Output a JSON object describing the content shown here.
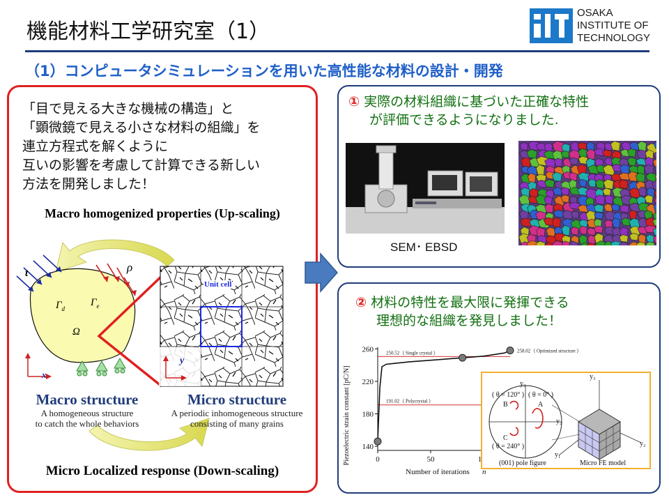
{
  "header": {
    "title": "機能材料工学研究室（1）",
    "logo": {
      "line1": "OSAKA",
      "line2": "INSTITUTE OF",
      "line3": "TECHNOLOGY"
    }
  },
  "subtitle": "（1）コンピュータシミュレーションを用いた高性能な材料の設計・開発",
  "left": {
    "intro": [
      "「目で見える大きな機械の構造」と",
      "「顕微鏡で見える小さな材料の組織」を",
      "連立方程式を解くように",
      "互いの影響を考慮して計算できる新しい",
      "方法を開発しました！"
    ],
    "macro_props": "Macro homogenized properties (Up-scaling)",
    "micro_resp": "Micro Localized response (Down-scaling)",
    "macro_title": "Macro structure",
    "macro_desc1": "A homogeneous structure",
    "macro_desc2": "to catch the whole behaviors",
    "micro_title": "Micro structure",
    "micro_desc1": "A periodic inhomogeneous structure",
    "micro_desc2": "consisting of many grains",
    "unit_cell": "Unit cell",
    "sym_t": "t",
    "sym_rho": "ρ",
    "sym_gd": "Γ",
    "sym_gd_sub": "d",
    "sym_ge": "Γ",
    "sym_ge_sub": "e",
    "sym_omega": "Ω",
    "sym_x": "x",
    "sym_y": "y"
  },
  "panel1": {
    "num": "①",
    "line1": "実際の材料組織に基づいた正確な特性",
    "line2": "が評価できるようになりました.",
    "caption": "SEM･ EBSD"
  },
  "panel2": {
    "num": "②",
    "line1": "材料の特性を最大限に発揮できる",
    "line2": "理想的な組織を発見しました！"
  },
  "chart_data": {
    "type": "line",
    "xlabel": "Number of iterations",
    "xlabel_sym": "n",
    "ylabel": "Piezoelectric strain constant   [pC/N]",
    "xlim": [
      0,
      125
    ],
    "ylim": [
      135,
      262
    ],
    "x_ticks": [
      0,
      50,
      100
    ],
    "y_ticks": [
      140,
      180,
      220,
      260
    ],
    "series": [
      {
        "x": [
          0,
          2,
          4,
          8,
          15,
          30,
          50,
          80,
          100,
          120
        ],
        "y": [
          146,
          212,
          238,
          241,
          242,
          244,
          246,
          249,
          251,
          255
        ]
      }
    ],
    "reference_lines": [
      {
        "y": 191.02,
        "label": "191.02（ Polycrystal ）"
      },
      {
        "y": 250.52,
        "label": "250.52（ Single crystal ）"
      }
    ],
    "markers": [
      {
        "x": 0,
        "y": 146
      },
      {
        "x": 80,
        "y": 249
      },
      {
        "x": 125,
        "y": 258.02,
        "label": "258.02（ Optimized structure ）"
      }
    ],
    "colors": {
      "line": "#111111",
      "reference": "#d83030",
      "marker": "#7a7a7a"
    }
  },
  "inset": {
    "pole_figure_label": "(001) pole figure",
    "fe_model_label": "Micro FE model",
    "theta1": "( θ = 120° )",
    "theta2": "( θ = 0° )",
    "theta3": "( θ = 240° )",
    "label_a": "A",
    "label_b": "B",
    "label_c": "C",
    "y1": "y₁",
    "y2": "y₂",
    "y3": "y₃"
  },
  "colors": {
    "title_rule": "#1f3c7a",
    "subtitle": "#1f5fc8",
    "left_border": "#e02020",
    "panel_border": "#1f3c7a",
    "panel_text": "#127012",
    "arrow_blue": "#4a7bbf",
    "swoop_yellow": "#ecec7a"
  }
}
